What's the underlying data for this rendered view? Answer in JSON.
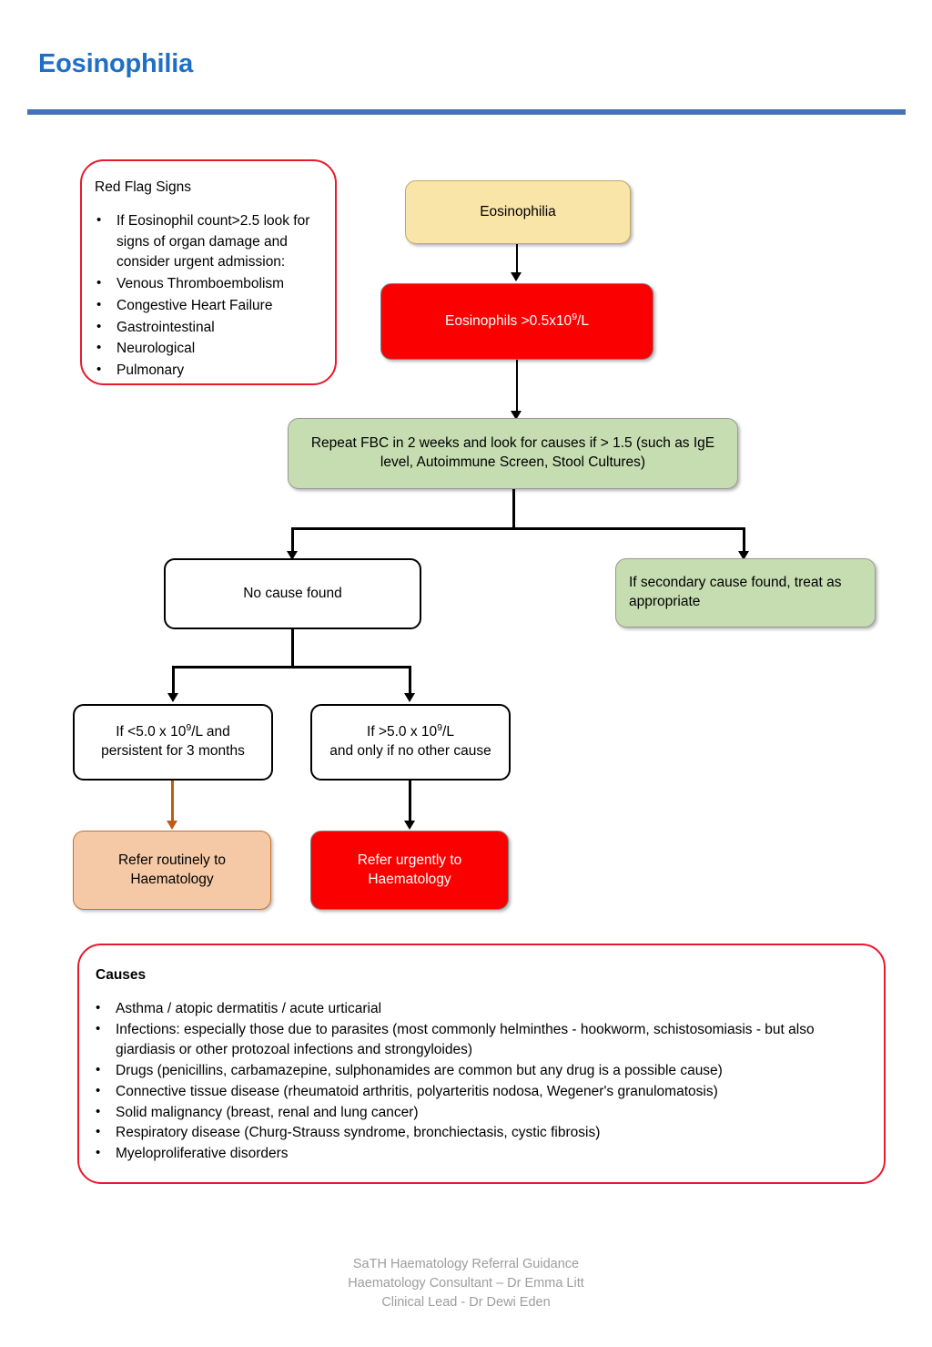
{
  "header": {
    "title": "Eosinophilia"
  },
  "red_flags": {
    "heading": "Red Flag Signs",
    "items": [
      "If Eosinophil count>2.5 look for signs of organ damage and consider urgent admission:",
      "Venous Thromboembolism",
      "Congestive Heart Failure",
      "Gastrointestinal",
      "Neurological",
      "Pulmonary"
    ]
  },
  "flow": {
    "start": "Eosinophilia",
    "threshold_prefix": "Eosinophils >0.5x10",
    "threshold_sup": "9",
    "threshold_suffix": "/L",
    "repeat_fbc": "Repeat FBC in 2 weeks and look for causes if > 1.5 (such as IgE level, Autoimmune Screen, Stool Cultures)",
    "no_cause": "No cause found",
    "secondary_cause": "If secondary cause found, treat as appropriate",
    "branch_low_line1_a": "If <5.0 x 10",
    "branch_low_sup": "9",
    "branch_low_line1_b": "/L and",
    "branch_low_line2": "persistent for 3 months",
    "branch_high_line1_a": "If >5.0 x 10",
    "branch_high_sup": "9",
    "branch_high_line1_b": "/L",
    "branch_high_line2": "and only if no other cause",
    "refer_routine_line1": "Refer routinely to",
    "refer_routine_line2": "Haematology",
    "refer_urgent_line1": "Refer urgently to",
    "refer_urgent_line2": "Haematology"
  },
  "causes": {
    "heading": "Causes",
    "items": [
      "Asthma / atopic dermatitis / acute urticarial",
      "Infections: especially those due to parasites (most commonly helminthes - hookworm, schistosomiasis - but also giardiasis or other protozoal infections and strongyloides)",
      "Drugs (penicillins, carbamazepine, sulphonamides are common but any drug is a possible cause)",
      "Connective tissue disease (rheumatoid arthritis, polyarteritis nodosa, Wegener's granulomatosis)",
      "Solid malignancy (breast, renal and lung cancer)",
      "Respiratory disease (Churg-Strauss syndrome, bronchiectasis, cystic fibrosis)",
      "Myeloproliferative disorders"
    ]
  },
  "footer": {
    "line1": "SaTH Haematology Referral Guidance",
    "line2": "Haematology Consultant – Dr Emma Litt",
    "line3": "Clinical Lead - Dr Dewi Eden"
  },
  "colors": {
    "title_blue": "#1F6FC4",
    "rule_blue": "#4472B8",
    "red_flag_border": "#E8192C",
    "cream": "#FAE5A8",
    "red": "#FA0000",
    "green": "#C5DDB0",
    "peach": "#F5C9A6",
    "brown_arrow": "#C05A17",
    "footer_grey": "#9D9D9D"
  }
}
